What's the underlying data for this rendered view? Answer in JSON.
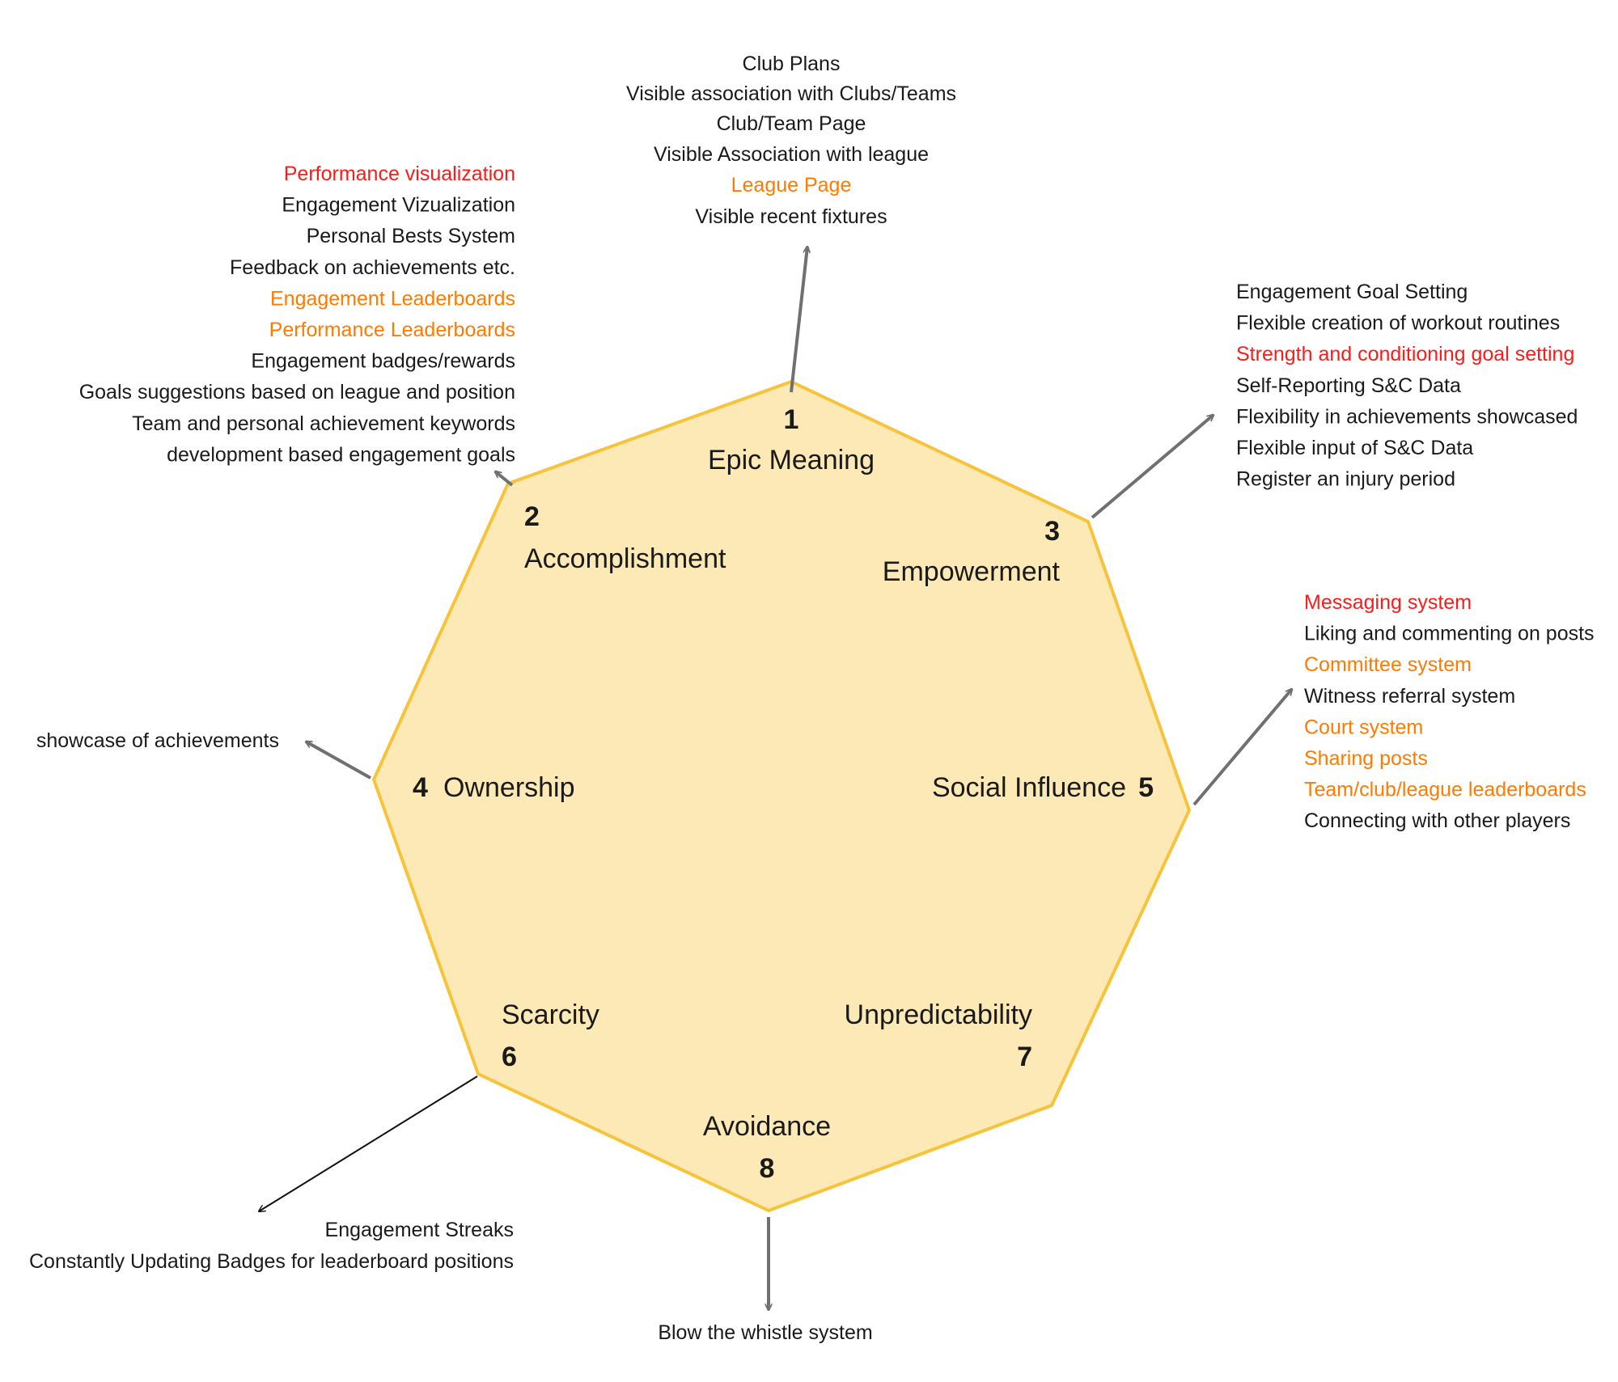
{
  "colors": {
    "octagon_fill": "#fde9b6",
    "octagon_stroke": "#f6c33b",
    "arrow": "#707070",
    "text_black": "#1a1a1a",
    "text_red": "#ff1a1a",
    "text_orange": "#ff7a00"
  },
  "drives": [
    {
      "number": "1",
      "label": "Epic Meaning"
    },
    {
      "number": "2",
      "label": "Accomplishment"
    },
    {
      "number": "3",
      "label": "Empowerment"
    },
    {
      "number": "4",
      "label": "Ownership"
    },
    {
      "number": "5",
      "label": "Social Influence"
    },
    {
      "number": "6",
      "label": "Scarcity"
    },
    {
      "number": "7",
      "label": "Unpredictability"
    },
    {
      "number": "8",
      "label": "Avoidance"
    }
  ],
  "feature_groups": {
    "epic_meaning": [
      {
        "text": "Club Plans",
        "status": "black"
      },
      {
        "text": "Visible association with Clubs/Teams",
        "status": "black"
      },
      {
        "text": "Club/Team Page",
        "status": "black"
      },
      {
        "text": "Visible Association with league",
        "status": "black"
      },
      {
        "text": "League Page",
        "status": "orange"
      },
      {
        "text": "Visible recent fixtures",
        "status": "black"
      }
    ],
    "accomplishment": [
      {
        "text": "Performance visualization",
        "status": "red"
      },
      {
        "text": "Engagement Vizualization",
        "status": "black"
      },
      {
        "text": "Personal Bests System",
        "status": "black"
      },
      {
        "text": "Feedback on achievements etc.",
        "status": "black"
      },
      {
        "text": "Engagement Leaderboards",
        "status": "orange"
      },
      {
        "text": "Performance Leaderboards",
        "status": "orange"
      },
      {
        "text": "Engagement badges/rewards",
        "status": "black"
      },
      {
        "text": "Goals suggestions based on league and position",
        "status": "black"
      },
      {
        "text": "Team and personal achievement keywords",
        "status": "black"
      },
      {
        "text": "development based engagement goals",
        "status": "black"
      }
    ],
    "empowerment": [
      {
        "text": "Engagement Goal Setting",
        "status": "black"
      },
      {
        "text": "Flexible creation of workout routines",
        "status": "black"
      },
      {
        "text": "Strength and conditioning goal setting",
        "status": "red"
      },
      {
        "text": "Self-Reporting S&C Data",
        "status": "black"
      },
      {
        "text": "Flexibility in achievements showcased",
        "status": "black"
      },
      {
        "text": "Flexible input of S&C Data",
        "status": "black"
      },
      {
        "text": "Register an injury period",
        "status": "black"
      }
    ],
    "ownership": [
      {
        "text": "showcase of achievements",
        "status": "black"
      }
    ],
    "social_influence": [
      {
        "text": "Messaging system",
        "status": "red"
      },
      {
        "text": "Liking and commenting on posts",
        "status": "black"
      },
      {
        "text": "Committee system",
        "status": "orange"
      },
      {
        "text": "Witness referral system",
        "status": "black"
      },
      {
        "text": "Court system",
        "status": "orange"
      },
      {
        "text": "Sharing posts",
        "status": "orange"
      },
      {
        "text": "Team/club/league leaderboards",
        "status": "orange"
      },
      {
        "text": "Connecting with other players",
        "status": "black"
      }
    ],
    "scarcity": [
      {
        "text": "Engagement Streaks",
        "status": "black"
      },
      {
        "text": "Constantly Updating Badges for leaderboard positions",
        "status": "black"
      }
    ],
    "avoidance": [
      {
        "text": "Blow the whistle system",
        "status": "black"
      }
    ]
  }
}
